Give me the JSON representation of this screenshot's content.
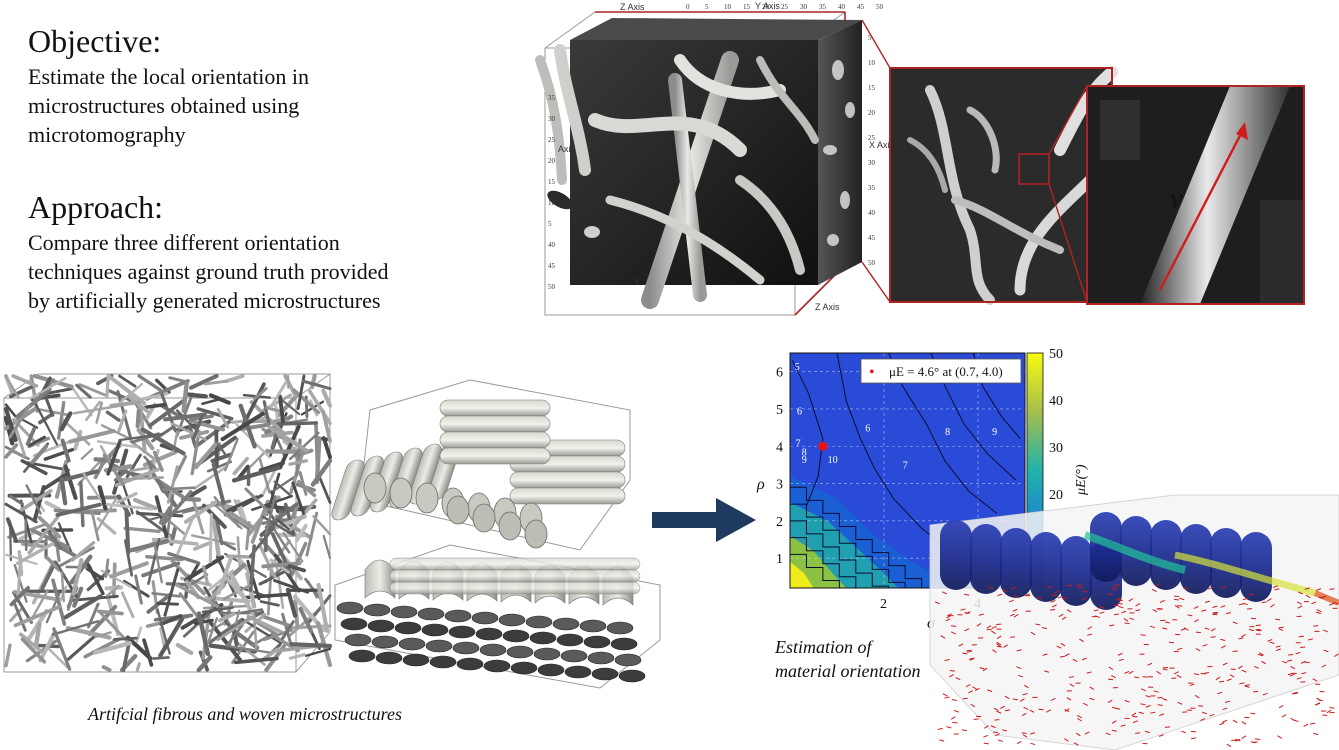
{
  "objective": {
    "heading": "Objective:",
    "lines": [
      "Estimate the local orientation in",
      "microstructures obtained using",
      "microtomography"
    ]
  },
  "approach": {
    "heading": "Approach:",
    "lines": [
      "Compare three different orientation",
      "techniques against ground truth provided",
      "by artificially generated microstructures"
    ]
  },
  "volume": {
    "z_axis_top": "Z Axis",
    "y_axis_top": "Y Axis",
    "x_axis_label": "X Axis",
    "axis_left": "Axis",
    "y_label": "Y",
    "z_axis_bottom": "Z Axis",
    "ticks_top": [
      "0",
      "5",
      "10",
      "15",
      "20",
      "25",
      "30",
      "35",
      "40",
      "45",
      "50"
    ],
    "ticks_right": [
      "5",
      "10",
      "15",
      "20",
      "25",
      "30",
      "35",
      "40",
      "45",
      "50"
    ],
    "ticks_left": [
      "35",
      "30",
      "25",
      "20",
      "15",
      "10",
      "5",
      "40",
      "45",
      "50"
    ]
  },
  "zoom": {
    "vector_label": "v"
  },
  "left_caption": "Artifcial fibrous and woven microstructures",
  "right_caption": [
    "Estimation of",
    "material orientation"
  ],
  "colors": {
    "arrow": "#1f3a5f",
    "frame_red": "#b22222",
    "map_blue": "#2a4bd7"
  },
  "chart_data": {
    "type": "heatmap",
    "xlabel": "σ",
    "ylabel": "ρ",
    "x_ticks": [
      2,
      4
    ],
    "y_ticks": [
      1,
      2,
      3,
      4,
      5,
      6
    ],
    "xlim": [
      0,
      5
    ],
    "ylim": [
      0.2,
      6.5
    ],
    "colorbar": {
      "label": "μE(°)",
      "ticks": [
        20,
        30,
        40,
        50
      ],
      "range": [
        0,
        50
      ]
    },
    "legend": {
      "marker": "•",
      "text": "μE = 4.6° at (0.7, 4.0)",
      "position": "top-right"
    },
    "best_point": {
      "x": 0.7,
      "y": 4.0,
      "value": 4.6
    },
    "contour_labels": [
      "5",
      "6",
      "7",
      "8",
      "9",
      "10",
      "6",
      "7",
      "8",
      "9"
    ]
  }
}
